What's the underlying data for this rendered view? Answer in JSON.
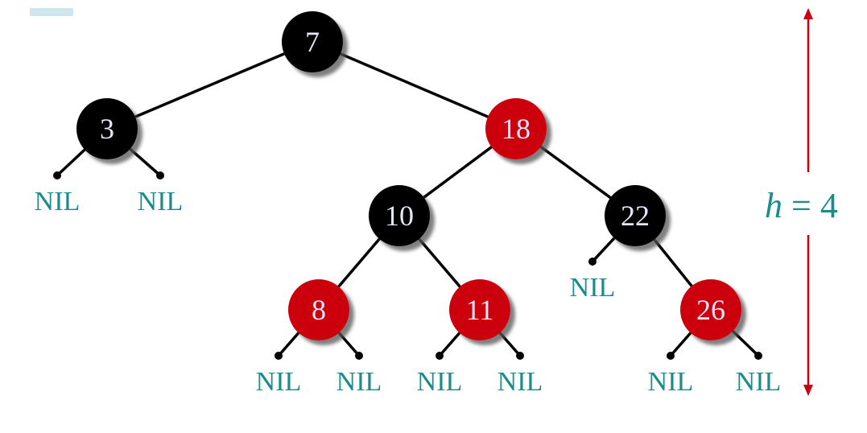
{
  "colors": {
    "black_node": "#000000",
    "red_node": "#cc0011",
    "node_text": "#e6e6fa",
    "nil_text": "#1a8c8c",
    "height_arrow": "#cc0011"
  },
  "logo_text": "",
  "nodes": [
    {
      "id": "n7",
      "label": "7",
      "color": "black"
    },
    {
      "id": "n3",
      "label": "3",
      "color": "black"
    },
    {
      "id": "n18",
      "label": "18",
      "color": "red"
    },
    {
      "id": "n10",
      "label": "10",
      "color": "black"
    },
    {
      "id": "n22",
      "label": "22",
      "color": "black"
    },
    {
      "id": "n8",
      "label": "8",
      "color": "red"
    },
    {
      "id": "n11",
      "label": "11",
      "color": "red"
    },
    {
      "id": "n26",
      "label": "26",
      "color": "red"
    }
  ],
  "edges": [
    [
      "n7",
      "n3"
    ],
    [
      "n7",
      "n18"
    ],
    [
      "n18",
      "n10"
    ],
    [
      "n18",
      "n22"
    ],
    [
      "n10",
      "n8"
    ],
    [
      "n10",
      "n11"
    ],
    [
      "n22",
      "n26"
    ]
  ],
  "nil_text": "NIL",
  "nils": [
    {
      "id": "nil-3-left",
      "parent": "n3"
    },
    {
      "id": "nil-3-right",
      "parent": "n3"
    },
    {
      "id": "nil-22-left",
      "parent": "n22"
    },
    {
      "id": "nil-8-left",
      "parent": "n8"
    },
    {
      "id": "nil-8-right",
      "parent": "n8"
    },
    {
      "id": "nil-11-left",
      "parent": "n11"
    },
    {
      "id": "nil-11-right",
      "parent": "n11"
    },
    {
      "id": "nil-26-left",
      "parent": "n26"
    },
    {
      "id": "nil-26-right",
      "parent": "n26"
    }
  ],
  "height": {
    "variable": "h",
    "equals": " = ",
    "value": "4"
  }
}
